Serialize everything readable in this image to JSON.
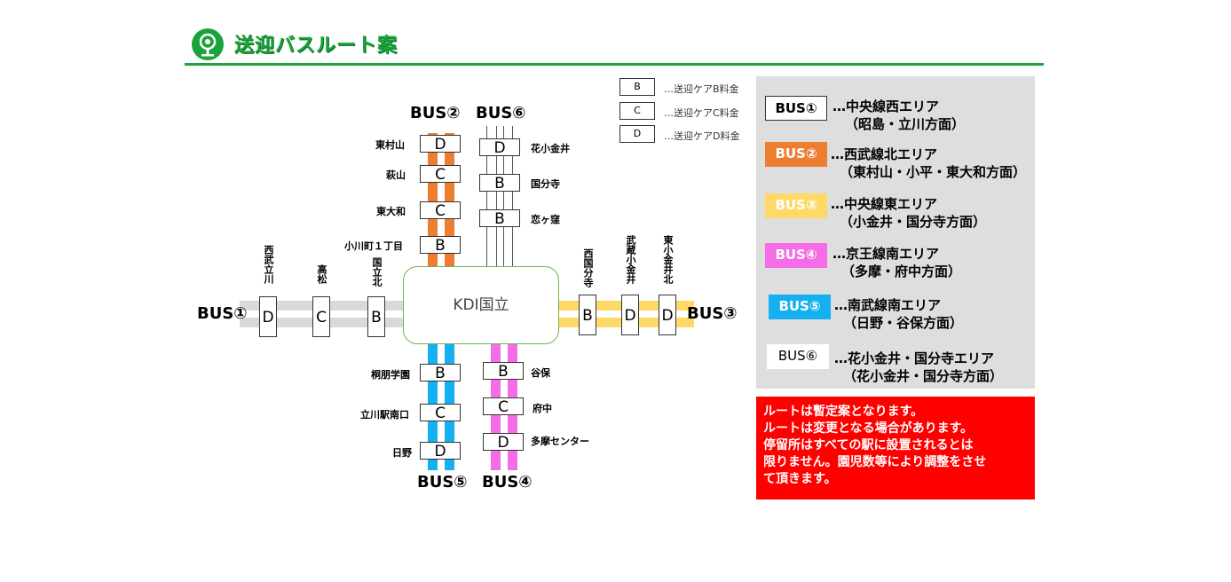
{
  "header": {
    "title": "送迎バスルート案"
  },
  "hub": {
    "label": "KDI国立"
  },
  "key": [
    {
      "code": "B",
      "text": "…送迎ケアB料金"
    },
    {
      "code": "C",
      "text": "…送迎ケアC料金"
    },
    {
      "code": "D",
      "text": "…送迎ケアD料金"
    }
  ],
  "routes": {
    "bus1": {
      "label": "BUS①",
      "color": "#d9d9d9",
      "stops": [
        {
          "code": "D",
          "name": "西武立川"
        },
        {
          "code": "C",
          "name": "高松"
        },
        {
          "code": "B",
          "name": "国立北"
        }
      ]
    },
    "bus2": {
      "label": "BUS②",
      "color": "#ed7d31",
      "stops": [
        {
          "code": "D",
          "name": "東村山"
        },
        {
          "code": "C",
          "name": "萩山"
        },
        {
          "code": "C",
          "name": "東大和"
        },
        {
          "code": "B",
          "name": "小川町１丁目"
        }
      ]
    },
    "bus3": {
      "label": "BUS③",
      "color": "#ffd966",
      "stops": [
        {
          "code": "B",
          "name": "西国分寺"
        },
        {
          "code": "D",
          "name": "武蔵小金井"
        },
        {
          "code": "D",
          "name": "東小金井北"
        }
      ]
    },
    "bus4": {
      "label": "BUS④",
      "color": "#f56de6",
      "stops": [
        {
          "code": "B",
          "name": "谷保"
        },
        {
          "code": "C",
          "name": "府中"
        },
        {
          "code": "D",
          "name": "多摩センター"
        }
      ]
    },
    "bus5": {
      "label": "BUS⑤",
      "color": "#14b0f0",
      "stops": [
        {
          "code": "B",
          "name": "桐朋学園"
        },
        {
          "code": "C",
          "name": "立川駅南口"
        },
        {
          "code": "D",
          "name": "日野"
        }
      ]
    },
    "bus6": {
      "label": "BUS⑥",
      "color": "#ffffff",
      "stops": [
        {
          "code": "D",
          "name": "花小金井"
        },
        {
          "code": "B",
          "name": "国分寺"
        },
        {
          "code": "B",
          "name": "恋ヶ窪"
        }
      ]
    }
  },
  "legend": [
    {
      "badge": "BUS①",
      "line1": "…中央線西エリア",
      "line2": "（昭島・立川方面）",
      "bg": "#ffffff",
      "fg": "#000000"
    },
    {
      "badge": "BUS②",
      "line1": "…西武線北エリア",
      "line2": "（東村山・小平・東大和方面）",
      "bg": "#ed7d31",
      "fg": "#ffffff"
    },
    {
      "badge": "BUS③",
      "line1": "…中央線東エリア",
      "line2": "（小金井・国分寺方面）",
      "bg": "#ffd966",
      "fg": "#ffffff"
    },
    {
      "badge": "BUS④",
      "line1": "…京王線南エリア",
      "line2": "（多摩・府中方面）",
      "bg": "#f56de6",
      "fg": "#ffffff"
    },
    {
      "badge": "BUS⑤",
      "line1": "…南武線南エリア",
      "line2": "（日野・谷保方面）",
      "bg": "#14b0f0",
      "fg": "#ffffff"
    },
    {
      "badge": "BUS⑥",
      "line1": "…花小金井・国分寺エリア",
      "line2": "（花小金井・国分寺方面）",
      "bg": "#ffffff",
      "fg": "#000000"
    }
  ],
  "notice": {
    "lines": [
      "ルートは暫定案となります。",
      "ルートは変更となる場合があります。",
      "停留所はすべての駅に設置されるとは",
      "限りません。園児数等により調整をさせ",
      "て頂きます。"
    ]
  }
}
